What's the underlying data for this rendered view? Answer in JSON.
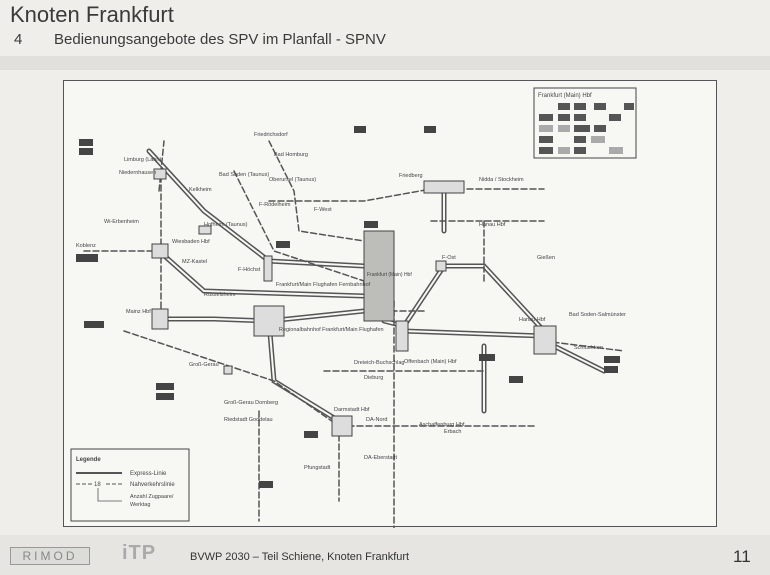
{
  "header": {
    "title": "Knoten Frankfurt",
    "section_number": "4",
    "subtitle": "Bedienungsangebote des SPV im Planfall - SPNV"
  },
  "diagram": {
    "stations": {
      "limburg": "Limburg (Lahn)",
      "niedernhausen": "Niedernhausen",
      "hofheim": "Hofheim (Taunus)",
      "wi_erbenheim": "Wi-Erbenheim",
      "wiesbaden": "Wiesbaden Hbf",
      "koblenz": "Koblenz",
      "mainz": "Mainz Hbf",
      "mz_kastel": "MZ-Kastel",
      "bad_soden": "Bad Soden (Taunus)",
      "kelkheim": "Kelkheim",
      "friedrichsdorf": "Friedrichsdorf",
      "bad_homburg": "Bad Homburg",
      "oberursel": "Oberursel (Taunus)",
      "f_roedelheim": "F-Rödelheim",
      "f_west": "F-West",
      "f_hoechst": "F-Höchst",
      "friedberg": "Friedberg",
      "frankfurt_hbf": "Frankfurt (Main) Hbf",
      "flughafen_fern": "Frankfurt/Main Flughafen Fernbahnhof",
      "flughafen_regio": "Regionalbahnhof Frankfurt/Main Flughafen",
      "ruesselsheim": "Rüsselsheim",
      "gross_gerau": "Groß-Gerau",
      "gross_gerau_dornberg": "Groß-Gerau Dornberg",
      "biebesheim": "Riedstadt Goddelau",
      "darmstadt": "Darmstadt Hbf",
      "da_nord": "DA-Nord",
      "da_eberstadt": "DA-Eberstadt",
      "pfungstadt": "Pfungstadt",
      "f_ost": "F-Ost",
      "offenbach": "Offenbach (Main) Hbf",
      "hanau": "Hanau Hbf",
      "giessen": "Gießen",
      "hanau_hbf_right": "Hanau Hbf",
      "nidda": "Nidda / Stockheim",
      "dreieich": "Dreieich-Buchschlag",
      "dieburg": "Dieburg",
      "aschaffenburg": "Aschaffenburg Hbf",
      "erbach": "Erbach",
      "schlüchtern": "Schlüchtern",
      "bad_soden_salm": "Bad Soden-Salmünster"
    },
    "hbf_table_title": "Frankfurt (Main) Hbf",
    "legend": {
      "title": "Legende",
      "express": "Express-Linie",
      "regional": "Nahverkehrslinie",
      "count_example": "18",
      "count_label_1": "Anzahl Zugpaare/",
      "count_label_2": "Werktag"
    }
  },
  "footer": {
    "logo_left": "RIMOD",
    "logo_right": "iTP",
    "text": "BVWP 2030 – Teil Schiene, Knoten Frankfurt",
    "page_number": "11"
  }
}
